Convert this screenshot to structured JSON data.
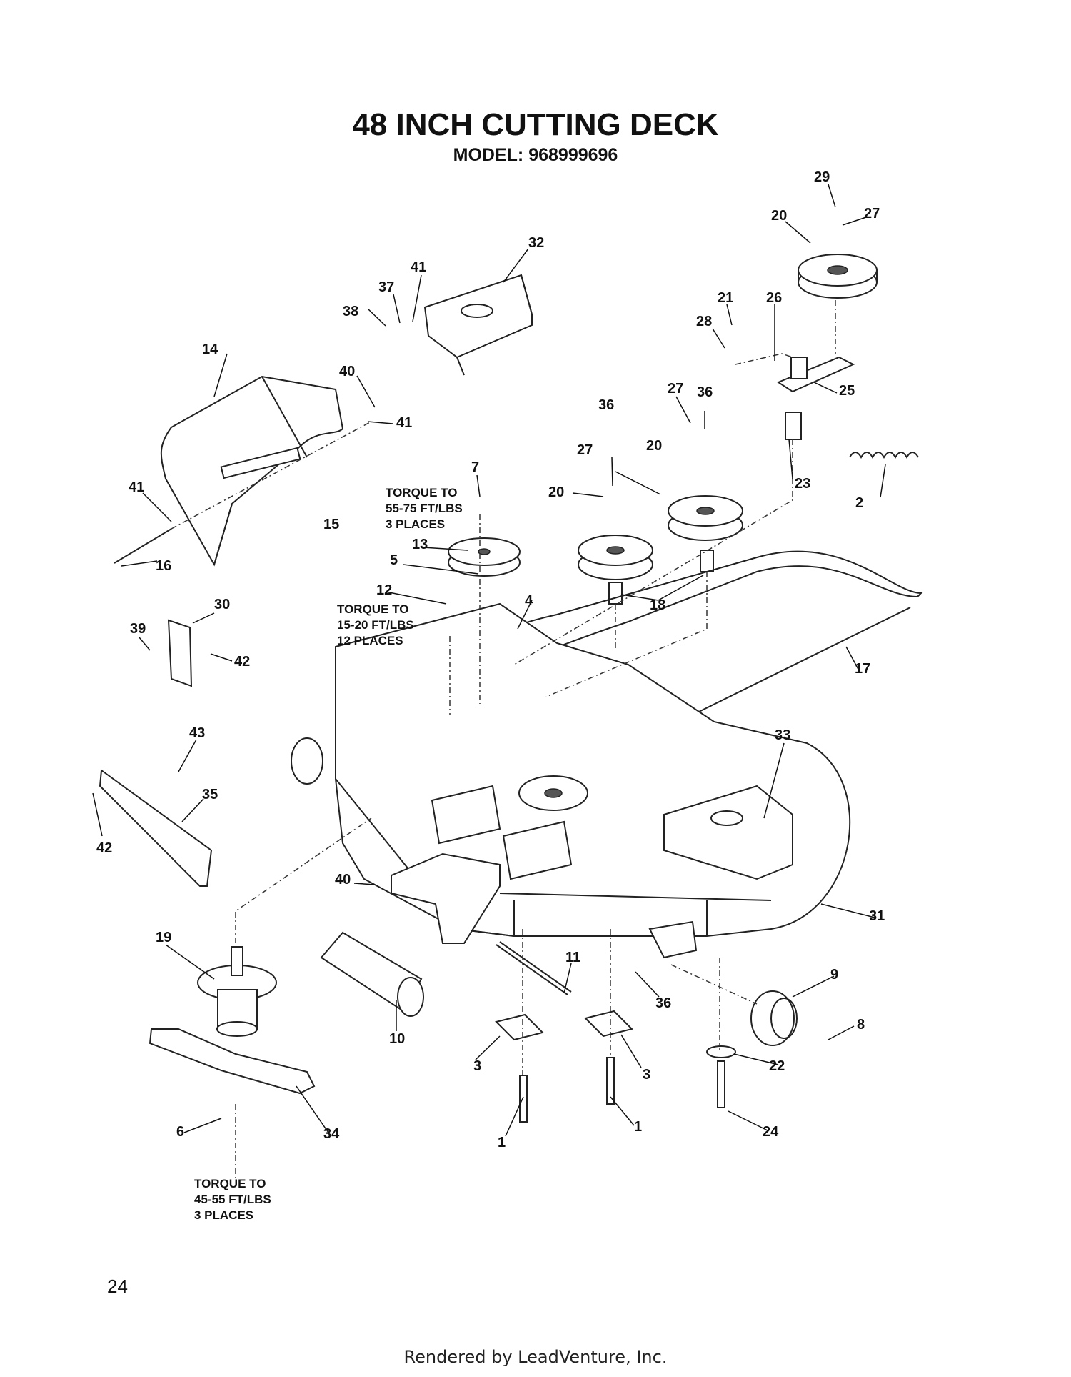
{
  "title": "48 INCH CUTTING DECK",
  "subtitle": "MODEL: 968999696",
  "page_number": "24",
  "footer": "Rendered by LeadVenture, Inc.",
  "notes": {
    "torque_a": [
      "TORQUE TO",
      "55-75 FT/LBS",
      "3 PLACES"
    ],
    "torque_b": [
      "TORQUE TO",
      "15-20 FT/LBS",
      "12 PLACES"
    ],
    "torque_c": [
      "TORQUE TO",
      "45-55 FT/LBS",
      "3 PLACES"
    ]
  },
  "callouts": [
    "29",
    "27",
    "20",
    "32",
    "41",
    "37",
    "21",
    "26",
    "38",
    "28",
    "25",
    "14",
    "40",
    "41",
    "36",
    "27",
    "36",
    "23",
    "7",
    "27",
    "20",
    "2",
    "41",
    "20",
    "15",
    "13",
    "16",
    "5",
    "12",
    "18",
    "4",
    "30",
    "39",
    "42",
    "17",
    "33",
    "43",
    "35",
    "42",
    "40",
    "31",
    "19",
    "9",
    "11",
    "36",
    "8",
    "10",
    "3",
    "3",
    "22",
    "6",
    "34",
    "1",
    "1",
    "24"
  ]
}
